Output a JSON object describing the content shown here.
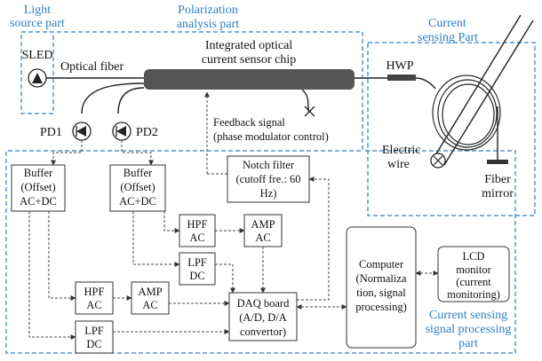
{
  "sections": {
    "light_source": [
      "Light",
      "source part"
    ],
    "polarization": [
      "Polarization",
      "analysis part"
    ],
    "current_sensing": [
      "Current",
      "sensing Part"
    ],
    "signal_processing": [
      "Current sensing",
      "signal processing",
      "part"
    ]
  },
  "labels": {
    "sled": "SLED",
    "optical_fiber": "Optical fiber",
    "chip": [
      "Integrated optical",
      "current sensor chip"
    ],
    "pd1": "PD1",
    "pd2": "PD2",
    "feedback": [
      "Feedback signal",
      "(phase modulator control)"
    ],
    "hwp": "HWP",
    "electric_wire": [
      "Electric",
      "wire"
    ],
    "fiber_mirror": [
      "Fiber",
      "mirror"
    ]
  },
  "blocks": {
    "buffer1": [
      "Buffer",
      "(Offset)",
      "AC+DC"
    ],
    "buffer2": [
      "Buffer",
      "(Offset)",
      "AC+DC"
    ],
    "notch": [
      "Notch filter",
      "(cutoff fre.: 60",
      "Hz)"
    ],
    "hpf_top": [
      "HPF",
      "AC"
    ],
    "amp_top": [
      "AMP",
      "AC"
    ],
    "lpf_top": [
      "LPF",
      "DC"
    ],
    "hpf_bottom": [
      "HPF",
      "AC"
    ],
    "amp_bottom": [
      "AMP",
      "AC"
    ],
    "lpf_bottom": [
      "LPF",
      "DC"
    ],
    "daq": [
      "DAQ board",
      "(A/D, D/A",
      "convertor)"
    ],
    "computer": [
      "Computer",
      "(Normaliza",
      "tion, signal",
      "processing)"
    ],
    "lcd": [
      "LCD",
      "monitor",
      "(current",
      "monitoring)"
    ]
  },
  "colors": {
    "accent": "#2f7fc4",
    "chip_fill": "#555555"
  }
}
